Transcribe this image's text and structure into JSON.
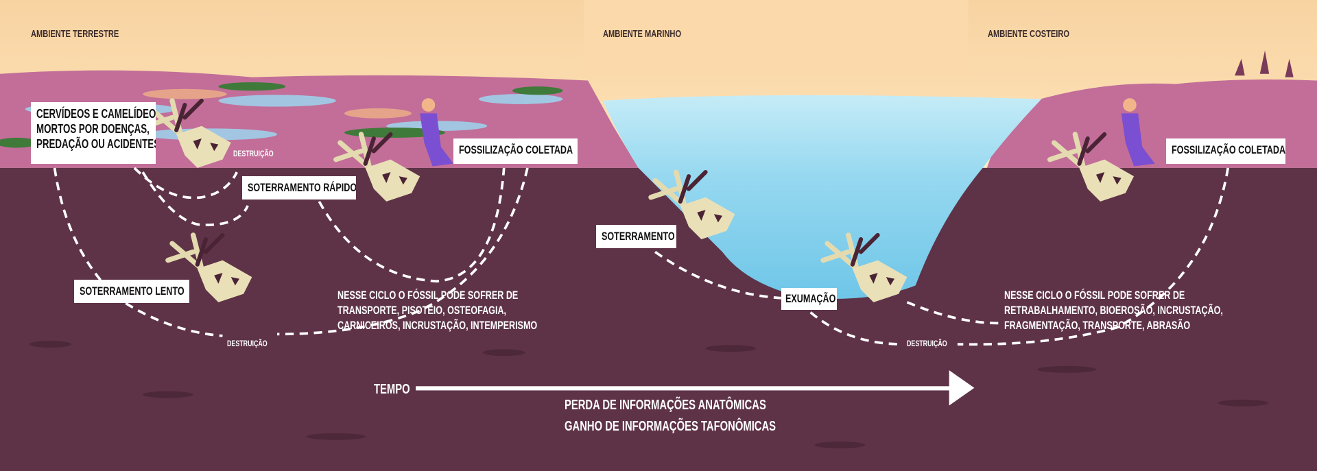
{
  "environments": {
    "terrestrial": "AMBIENTE TERRESTRE",
    "marine": "AMBIENTE MARINHO",
    "coastal": "AMBIENTE COSTEIRO"
  },
  "labels": {
    "death_cause": [
      "CERVÍDEOS E CAMELÍDEOS",
      "MORTOS POR DOENÇAS,",
      "PREDAÇÃO OU ACIDENTES"
    ],
    "destruction_top": "DESTRUIÇÃO",
    "fossil_collected_left": "FOSSILIZAÇÃO COLETADA",
    "rapid_burial": "SOTERRAMENTO  RÁPIDO",
    "burial": "SOTERRAMENTO",
    "slow_burial": "SOTERRAMENTO  LENTO",
    "exhumation": "EXUMAÇÃO",
    "destruction_left": "DESTRUIÇÃO",
    "destruction_right": "DESTRUIÇÃO",
    "fossil_collected_right": "FOSSILIZAÇÃO COLETADA"
  },
  "cycle_terrestrial": [
    "NESSE CICLO O FÓSSIL PODE SOFRER DE",
    "TRANSPORTE, PISOTEIO, OSTEOFAGIA,",
    "CARNICEIROS, INCRUSTAÇÃO, INTEMPERISMO"
  ],
  "cycle_marine": [
    "NESSE CICLO O FÓSSIL PODE SOFRER DE",
    "RETRABALHAMENTO, BIOEROSÃO, INCRUSTAÇÃO,",
    "FRAGMENTAÇÃO, TRANSPORTE, ABRASÃO"
  ],
  "timeline": {
    "label": "TEMPO",
    "loss": "PERDA DE INFORMAÇÕES ANATÔMICAS",
    "gain": "GANHO DE INFORMAÇÕES TAFONÔMICAS"
  },
  "colors": {
    "sky": "#f8d4a4",
    "land": "#c26e99",
    "soil": "#5e3347",
    "water": "#8fd4ee",
    "bone": "#e9e0b8"
  }
}
